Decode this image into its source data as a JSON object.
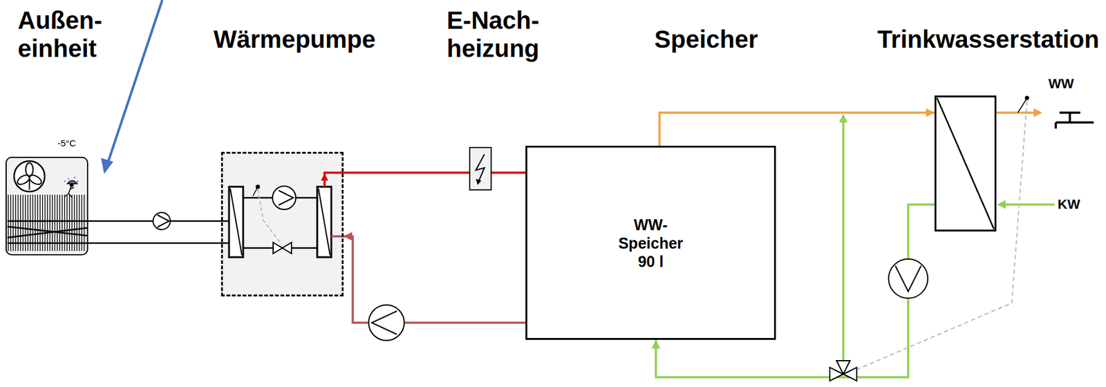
{
  "diagram": {
    "nodes": [
      {
        "text": [
          "Außen- einheit",
          "-5°C"
        ]
      },
      {
        "text": [
          "Wärmepumpe"
        ]
      },
      {
        "text": [
          "E-Nach- heizung"
        ]
      },
      {
        "text": [
          "Speicher",
          "WW- Speicher 90 l"
        ]
      },
      {
        "text": [
          "Trinkwasserstation"
        ]
      }
    ],
    "edges": [
      {
        "from": 0,
        "to": 1,
        "arrow": "none"
      },
      {
        "from": 1,
        "to": 2,
        "arrow": "none"
      },
      {
        "from": 2,
        "to": 3,
        "arrow": "none"
      },
      {
        "from": 3,
        "to": 1,
        "arrow": "to"
      },
      {
        "from": 3,
        "to": 4,
        "arrow": "to"
      },
      {
        "from": 4,
        "to": 3,
        "arrow": "to"
      }
    ],
    "labels": [
      "WW",
      "KW"
    ]
  }
}
